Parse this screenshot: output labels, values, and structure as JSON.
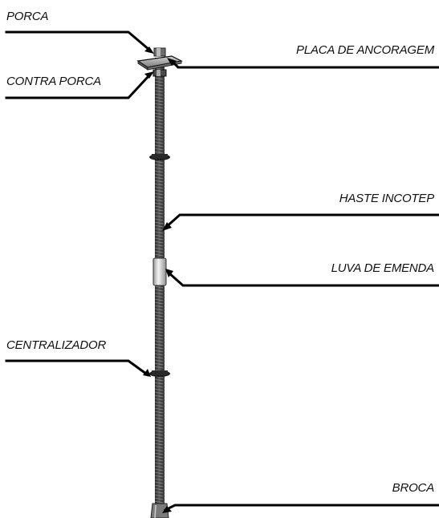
{
  "labels": {
    "porca": "PORCA",
    "contra_porca": "CONTRA PORCA",
    "placa": "PLACA DE ANCORAGEM",
    "haste": "HASTE INCOTEP",
    "luva": "LUVA DE EMENDA",
    "centralizador": "CENTRALIZADOR",
    "broca": "BROCA"
  },
  "colors": {
    "text": "#111111",
    "leader_line": "#000000",
    "rod_dark": "#2b2b2b",
    "rod_light": "#8a8a8a",
    "sleeve": "#e8e8e8",
    "plate": "#b5b5b5"
  }
}
